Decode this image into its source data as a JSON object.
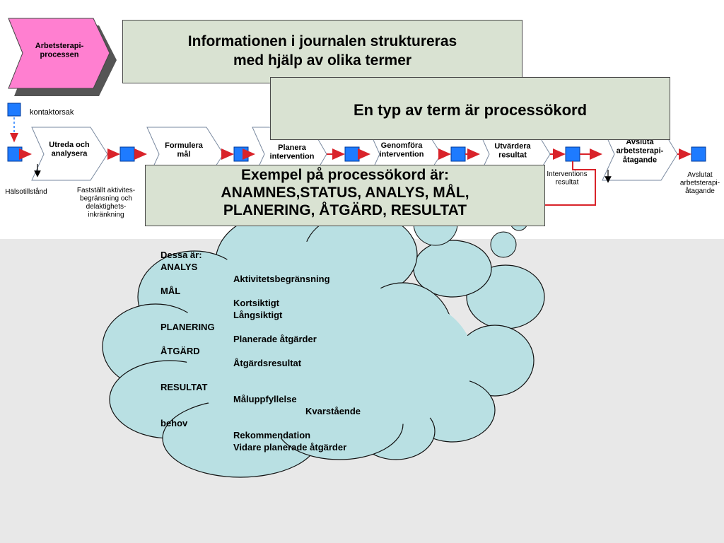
{
  "process": {
    "title": "Arbetsterapi-\nprocessen",
    "legend_label": "kontaktorsak",
    "steps": [
      "Utreda och\nanalysera",
      "Formulera\nmål",
      "Planera\nintervention",
      "Genomföra\nintervention",
      "Utvärdera\nresultat",
      "Avsluta\narbetsterapi-\nåtagande"
    ],
    "events": [
      "Hälsotillstånd",
      "Fastställt aktivites-\nbegränsning och\ndelaktighets-\ninkränkning",
      "Interventions\nresultat",
      "Avslutat\narbetsterapi-\nåtagande"
    ],
    "hidden_fragments": [
      "mål",
      "intervention"
    ]
  },
  "boxes": {
    "info": "Informationen i journalen struktureras\nmed hjälp av olika termer",
    "term_type": "En typ av term är processökord",
    "example_line1": "Exempel på processökord är:",
    "example_line2": "ANAMNES,STATUS, ANALYS, MÅL,",
    "example_line3": "PLANERING, ÅTGÄRD, RESULTAT"
  },
  "cloud": {
    "intro": "Dessa är:",
    "analys": "ANALYS",
    "aktivitet": "Aktivitetsbegränsning",
    "mal": "MÅL",
    "kortsiktigt": "Kortsiktigt",
    "langsiktigt": "Långsiktigt",
    "planering": "PLANERING",
    "planerade": "Planerade åtgärder",
    "atgard": "ÅTGÄRD",
    "atgardsresultat": "Åtgärdsresultat",
    "resultat": "RESULTAT",
    "maluppfyllelse": "Måluppfyllelse",
    "kvarstaende": "Kvarstående",
    "behov": "behov",
    "rekommendation": "Rekommendation",
    "vidare": "Vidare planerade åtgärder"
  },
  "colors": {
    "pink": "#ff7fd0",
    "event_blue": "#1e7bff",
    "flow_red": "#d9232a",
    "box_bg": "#d9e2d2",
    "cloud_fill": "#b9e0e3"
  }
}
